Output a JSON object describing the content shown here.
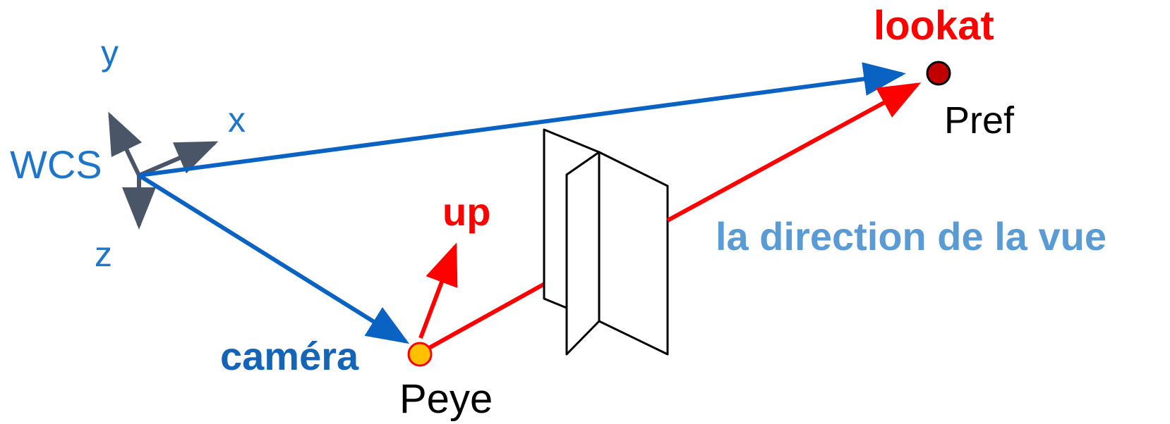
{
  "labels": {
    "lookat": "lookat",
    "pref": "Pref",
    "y_axis": "y",
    "x_axis": "x",
    "z_axis": "z",
    "wcs": "WCS",
    "up": "up",
    "view_direction": "la direction de la vue",
    "camera": "caméra",
    "peye": "Peye"
  },
  "colors": {
    "world_vector": "#0a62c2",
    "view_vector": "#ff0000",
    "axis": "#4a5667",
    "axis_text": "#1f75c7",
    "direction_text": "#5b9bd5",
    "camera_text": "#1464b8",
    "lookat_point_fill": "#c00000",
    "camera_point_fill": "#ffc000",
    "plane": "#000000"
  }
}
